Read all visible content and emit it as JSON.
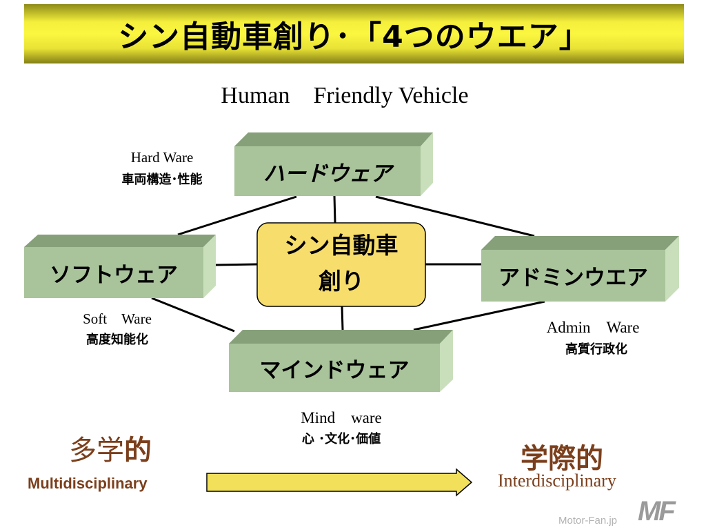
{
  "title": "シン自動車創り･「4つのウエア」",
  "subtitle": "Human　Friendly Vehicle",
  "center": {
    "line1": "シン自動車",
    "line2": "創り"
  },
  "boxes": {
    "hard": "ハードウェア",
    "soft": "ソフトウェア",
    "admin": "アドミンウエア",
    "mind": "マインドウェア"
  },
  "labels": {
    "hard_en": "Hard Ware",
    "hard_jp": "車両構造･性能",
    "soft_en": "Soft　Ware",
    "soft_jp": "高度知能化",
    "admin_en": "Admin　Ware",
    "admin_jp": "高質行政化",
    "mind_en": "Mind　ware",
    "mind_jp": "心 ･文化･価値"
  },
  "bottom": {
    "left_jp_a": "多学",
    "left_jp_b": "的",
    "left_en": "Multidisciplinary",
    "right_jp": "学際的",
    "right_en": "Interdisciplinary"
  },
  "watermark": "Motor-Fan.jp",
  "colors": {
    "box_front": "#a9c39b",
    "box_top": "#86a07a",
    "box_side": "#c9dfbc",
    "center": "#f7dd6b",
    "brown": "#7b3f1c"
  }
}
